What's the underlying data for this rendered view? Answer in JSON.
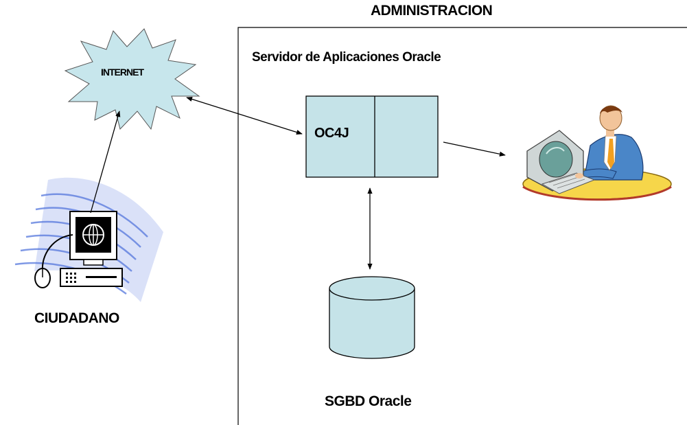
{
  "labels": {
    "administration_title": "ADMINISTRACION",
    "server": "Servidor de Aplicaciones Oracle",
    "container": "OC4J",
    "internet": "INTERNET",
    "citizen": "CIUDADANO",
    "database": "SGBD Oracle"
  },
  "icons": {
    "internet": "starburst-cloud",
    "citizen": "computer-with-globe",
    "operator": "person-at-computer",
    "database": "database-cylinder"
  },
  "colors": {
    "shape_fill": "#c5e3e8",
    "starburst_fill": "#c7e6ec",
    "line": "#000000",
    "desk": "#f6d64a",
    "suit": "#4a86c8",
    "wave": "#5577dd"
  },
  "connections": [
    {
      "from": "internet",
      "to": "container",
      "direction": "both"
    },
    {
      "from": "citizen",
      "to": "internet",
      "direction": "forward"
    },
    {
      "from": "container",
      "to": "operator",
      "direction": "forward"
    },
    {
      "from": "container",
      "to": "database",
      "direction": "both"
    }
  ]
}
